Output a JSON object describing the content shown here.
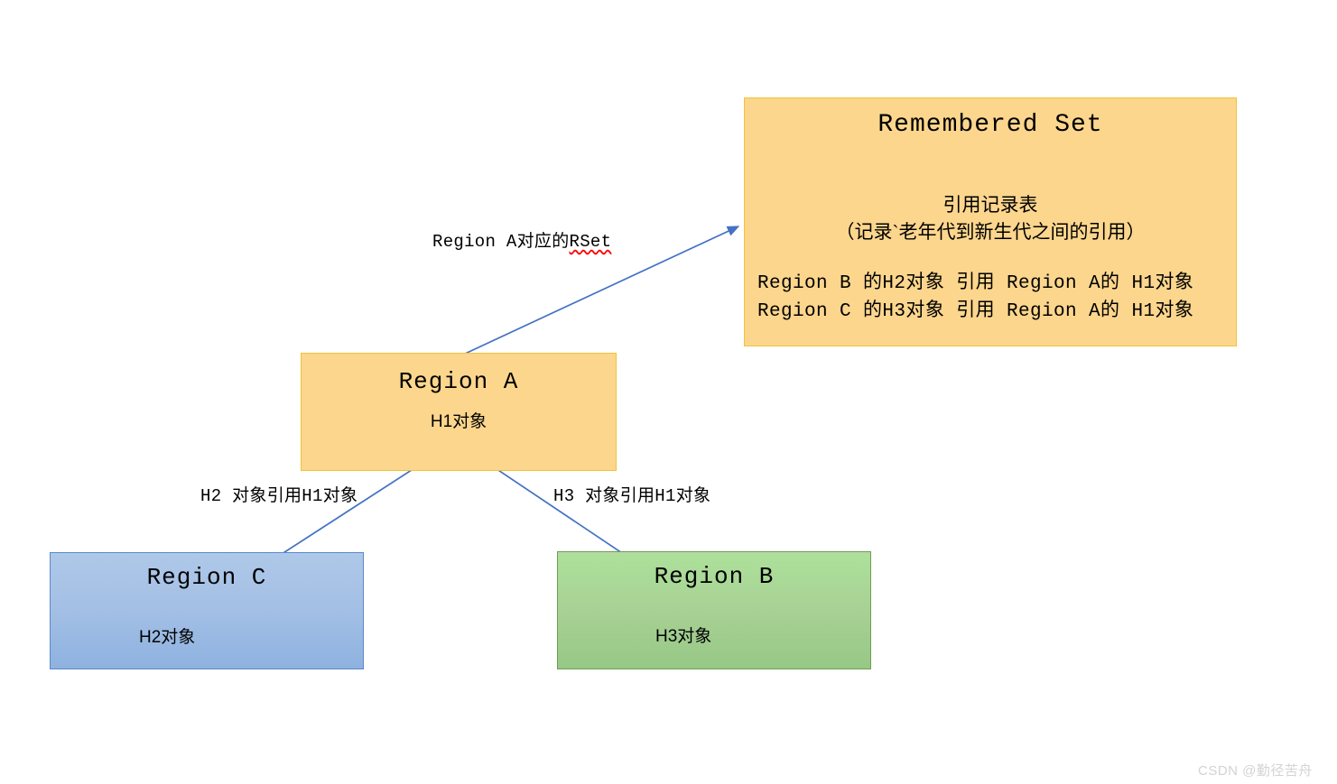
{
  "diagram": {
    "title": "G1 Remembered Set reference diagram",
    "colors": {
      "region_a_fill": "#fcd68d",
      "region_a_border": "#f0c23a",
      "rset_fill": "#fcd68d",
      "rset_border": "#f0c23a",
      "region_c_fill_top": "#aec8e9",
      "region_c_fill_bottom": "#8eb2e0",
      "region_c_border": "#5b8ac8",
      "region_b_fill_top": "#b6d8a4",
      "region_b_fill_bottom": "#96c885",
      "region_b_border": "#6f9e52",
      "arrow": "#4472c4",
      "watermark": "#d3d3d3"
    },
    "remembered_set": {
      "title": "Remembered Set",
      "description_line1": "引用记录表",
      "description_line2": "（记录`老年代到新生代之间的引用）",
      "entries": [
        "Region B 的H2对象 引用 Region A的 H1对象",
        "Region C 的H3对象 引用 Region A的 H1对象"
      ]
    },
    "region_a": {
      "title": "Region A",
      "object": "H1对象"
    },
    "region_c": {
      "title": "Region C",
      "object": "H2对象"
    },
    "region_b": {
      "title": "Region B",
      "object": "H3对象"
    },
    "edge_labels": {
      "rset_link_prefix": "Region A对应的",
      "rset_link_term": "RSet",
      "h2_reference": "H2 对象引用H1对象",
      "h3_reference": "H3 对象引用H1对象"
    },
    "watermark": "CSDN @勤径苦舟"
  }
}
